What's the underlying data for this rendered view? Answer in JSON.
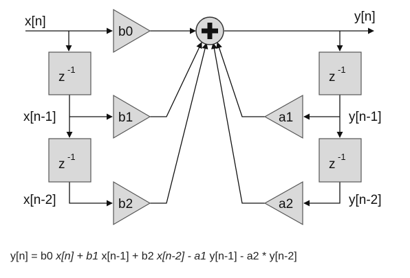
{
  "signals": {
    "x_n": "x[n]",
    "x_n1": "x[n-1]",
    "x_n2": "x[n-2]",
    "y_n": "y[n]",
    "y_n1": "y[n-1]",
    "y_n2": "y[n-2]"
  },
  "gains": {
    "b0": "b0",
    "b1": "b1",
    "b2": "b2",
    "a1": "a1",
    "a2": "a2"
  },
  "delay": {
    "base": "z",
    "exponent": "-1"
  },
  "summer": {
    "symbol": "+"
  },
  "equation": {
    "p1": "y[n] = b0 ",
    "p2": "x[n] + b1",
    "p3": " x[n-1] + b2 ",
    "p4": "x[n-2] - a1",
    "p5": " y[n-1] - a2 * y[n-2]"
  },
  "colors": {
    "block_fill": "#d9d9d9",
    "block_stroke": "#555555",
    "wire": "#111111"
  }
}
